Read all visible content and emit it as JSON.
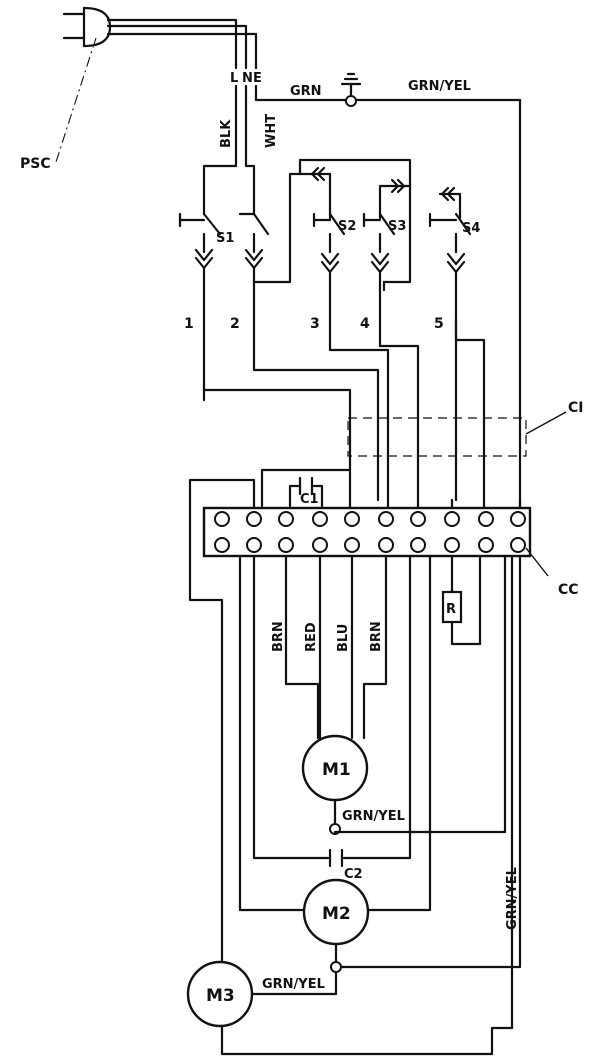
{
  "labels": {
    "psc": "PSC",
    "line_l": "L",
    "line_n": "N",
    "line_e": "E",
    "grn": "GRN",
    "grn_yel_top": "GRN/YEL",
    "blk": "BLK",
    "wht": "WHT",
    "s1": "S1",
    "s2": "S2",
    "s3": "S3",
    "s4": "S4",
    "n1": "1",
    "n2": "2",
    "n3": "3",
    "n4": "4",
    "n5": "5",
    "ci": "CI",
    "c1": "C1",
    "cc": "CC",
    "r": "R",
    "brn1": "BRN",
    "red": "RED",
    "blu": "BLU",
    "brn2": "BRN",
    "m1": "M1",
    "grn_yel_m1": "GRN/YEL",
    "c2": "C2",
    "m2": "M2",
    "grn_yel_right": "GRN/YEL",
    "m3": "M3",
    "grn_yel_m3": "GRN/YEL"
  }
}
